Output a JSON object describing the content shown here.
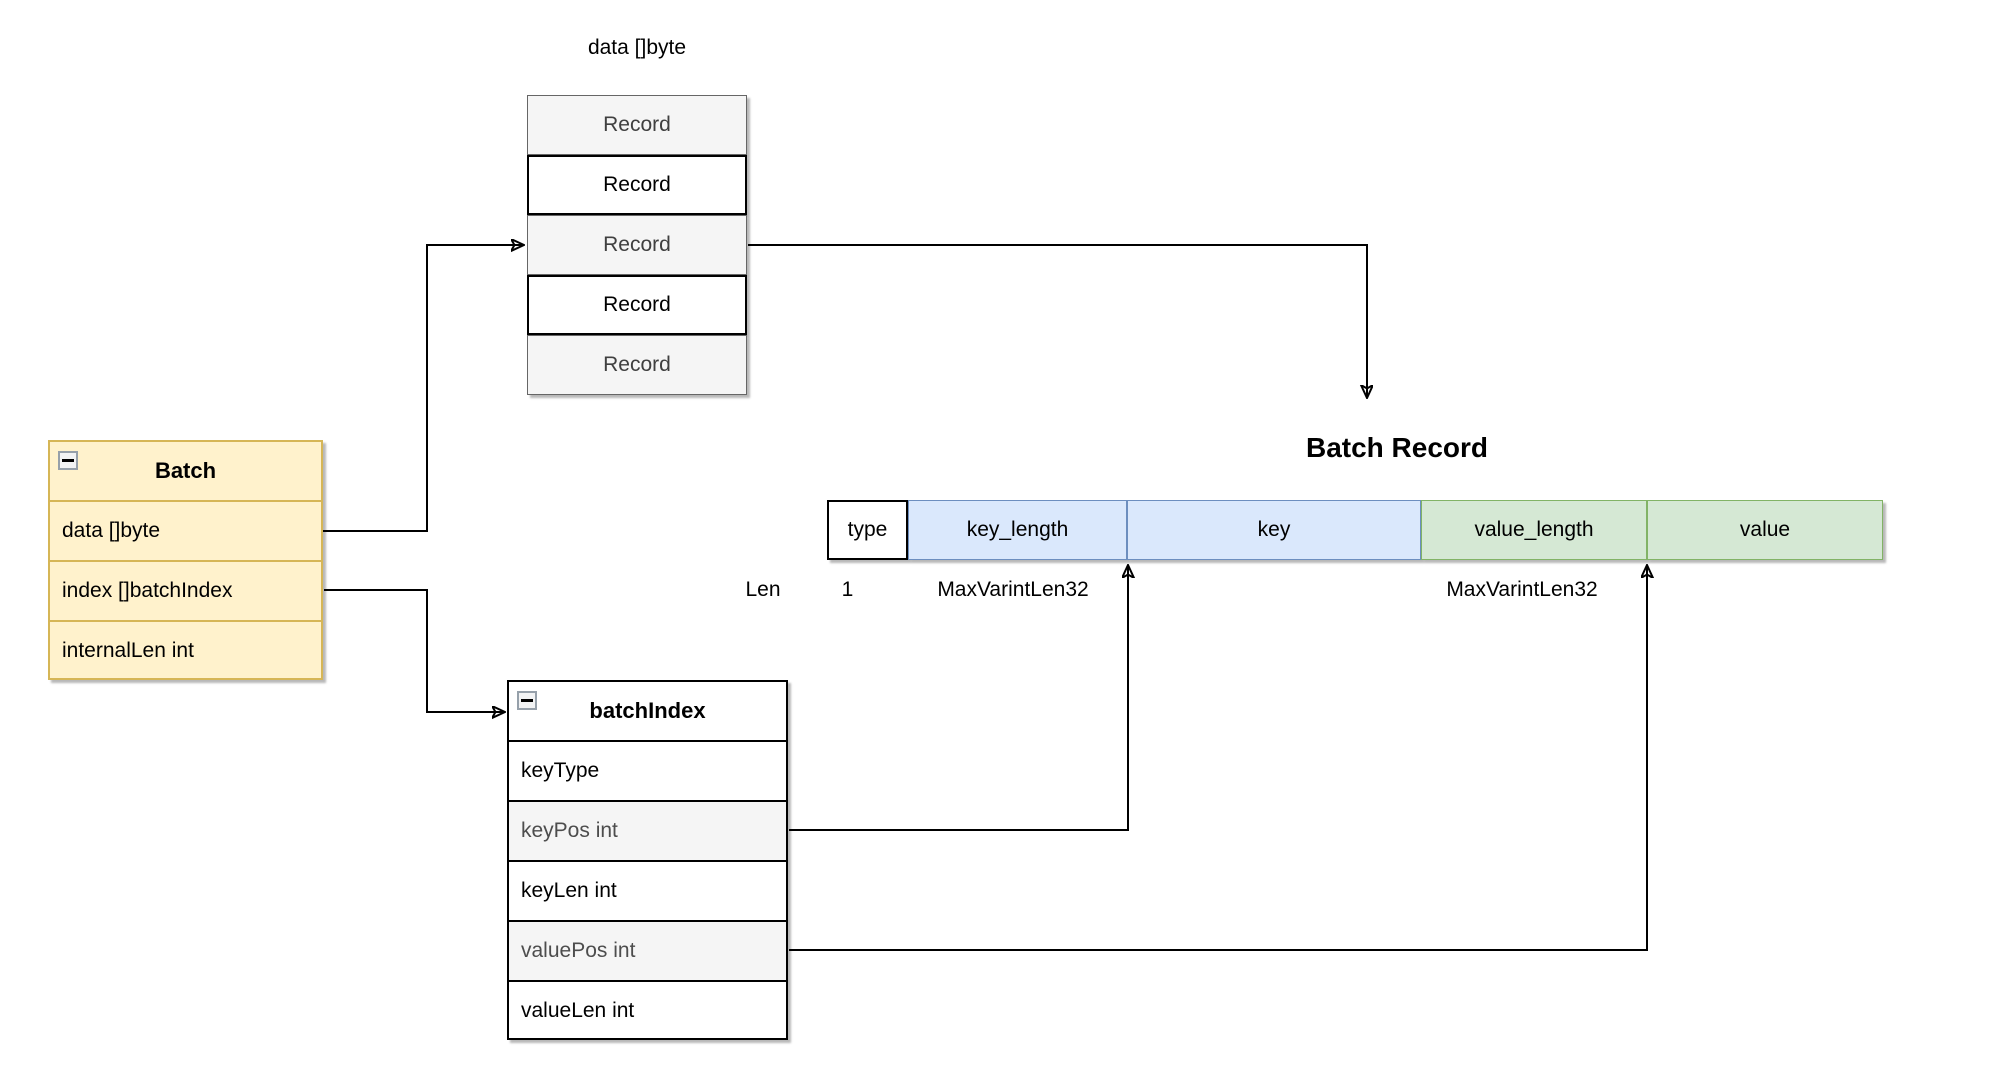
{
  "canvas": {
    "background": "#ffffff"
  },
  "data_array": {
    "label": "data []byte",
    "items": [
      "Record",
      "Record",
      "Record",
      "Record",
      "Record"
    ]
  },
  "batch_class": {
    "title": "Batch",
    "collapse_icon": "minus-square-icon",
    "fields": [
      "data []byte",
      "index []batchIndex",
      "internalLen int"
    ],
    "fill": "#FFF2CC",
    "border": "#D6B656"
  },
  "batch_index_class": {
    "title": "batchIndex",
    "collapse_icon": "minus-square-icon",
    "fields": [
      "keyType",
      "keyPos int",
      "keyLen int",
      "valuePos int",
      "valueLen int"
    ]
  },
  "batch_record": {
    "title": "Batch Record",
    "cells": [
      "type",
      "key_length",
      "key",
      "value_length",
      "value"
    ],
    "len_row": {
      "label": "Len",
      "type_len": "1",
      "key_len": "MaxVarintLen32",
      "value_len": "MaxVarintLen32"
    },
    "colors": {
      "blue_fill": "#DAE8FC",
      "blue_border": "#6C8EBF",
      "green_fill": "#D5E8D4",
      "green_border": "#82B366",
      "gray_fill": "#F5F5F5",
      "gray_border": "#666666"
    }
  }
}
